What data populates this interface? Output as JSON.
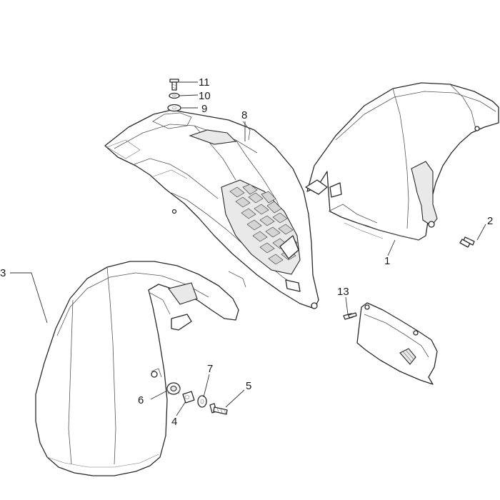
{
  "callouts": {
    "c1": "1",
    "c2": "2",
    "c3": "3",
    "c4": "4",
    "c5": "5",
    "c6": "6",
    "c7": "7",
    "c8": "8",
    "c9": "9",
    "c10": "10",
    "c11": "11",
    "c13": "13"
  }
}
